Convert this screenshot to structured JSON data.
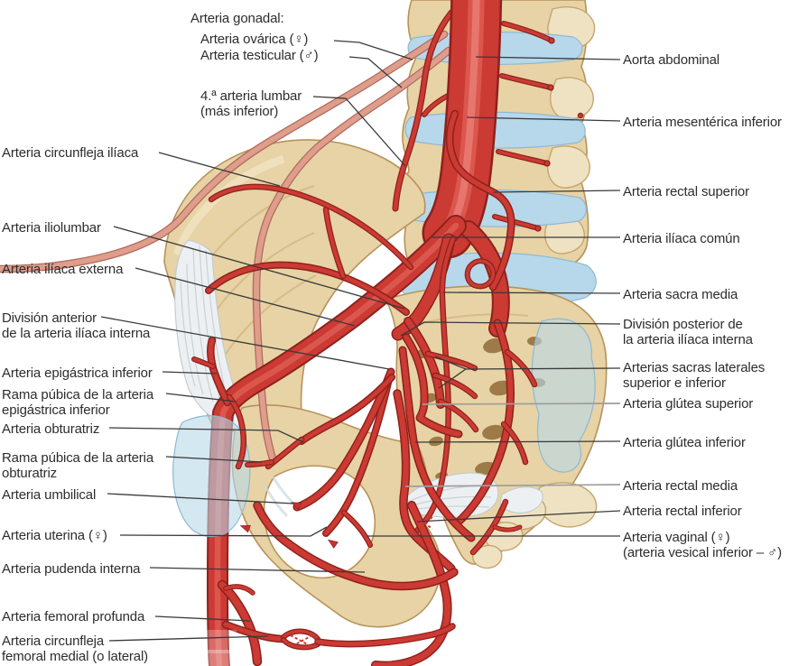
{
  "colors": {
    "background": "#ffffff",
    "artery": "#cb3a33",
    "artery_outline": "#8e211c",
    "gonadal_artery": "#df9d8c",
    "bone": "#e7d3a5",
    "bone_outline": "#b8925a",
    "cartilage": "#b7d8ea",
    "ligament": "#edf0f2",
    "label_text": "#2d2d2d",
    "leader_line": "#3a3a3a",
    "leader_line_gray": "#9e9e9e"
  },
  "labels": {
    "left": [
      {
        "id": "gonadal-header",
        "text": "Arteria gonadal:"
      },
      {
        "id": "ovarica",
        "text": "Arteria ovárica (♀)"
      },
      {
        "id": "testicular",
        "text": "Arteria testicular (♂)"
      },
      {
        "id": "lumbar-4",
        "text": "4.ª arteria lumbar\n(más inferior)"
      },
      {
        "id": "circunfleja-iliaca",
        "text": "Arteria circunfleja ilíaca"
      },
      {
        "id": "iliolumbar",
        "text": "Arteria iliolumbar"
      },
      {
        "id": "iliaca-externa",
        "text": "Arteria ilíaca externa"
      },
      {
        "id": "division-anterior",
        "text": "División anterior\nde la arteria ilíaca interna"
      },
      {
        "id": "epigastrica-inferior",
        "text": "Arteria epigástrica inferior"
      },
      {
        "id": "rama-pubica-epigastrica",
        "text": "Rama púbica de la arteria\nepigástrica inferior"
      },
      {
        "id": "obturatriz",
        "text": "Arteria obturatriz"
      },
      {
        "id": "rama-pubica-obturatriz",
        "text": "Rama púbica de la arteria\nobturatriz"
      },
      {
        "id": "umbilical",
        "text": "Arteria umbilical"
      },
      {
        "id": "uterina",
        "text": "Arteria uterina (♀)"
      },
      {
        "id": "pudenda-interna",
        "text": "Arteria pudenda interna"
      },
      {
        "id": "femoral-profunda",
        "text": "Arteria femoral profunda"
      },
      {
        "id": "circunfleja-femoral",
        "text": "Arteria circunfleja\nfemoral medial (o lateral)"
      }
    ],
    "right": [
      {
        "id": "aorta-abdominal",
        "text": "Aorta abdominal"
      },
      {
        "id": "mesenterica-inferior",
        "text": "Arteria mesentérica inferior"
      },
      {
        "id": "rectal-superior",
        "text": "Arteria rectal superior"
      },
      {
        "id": "iliaca-comun",
        "text": "Arteria ilíaca común"
      },
      {
        "id": "sacra-media",
        "text": "Arteria sacra media"
      },
      {
        "id": "division-posterior",
        "text": "División posterior de\nla arteria ilíaca interna"
      },
      {
        "id": "sacras-laterales",
        "text": "Arterias sacras laterales\nsuperior e inferior"
      },
      {
        "id": "glutea-superior",
        "text": "Arteria glútea superior"
      },
      {
        "id": "glutea-inferior",
        "text": "Arteria glútea inferior"
      },
      {
        "id": "rectal-media",
        "text": "Arteria rectal media"
      },
      {
        "id": "rectal-inferior",
        "text": "Arteria rectal inferior"
      },
      {
        "id": "vaginal",
        "text": "Arteria vaginal (♀)\n(arteria vesical inferior – ♂)"
      }
    ]
  }
}
